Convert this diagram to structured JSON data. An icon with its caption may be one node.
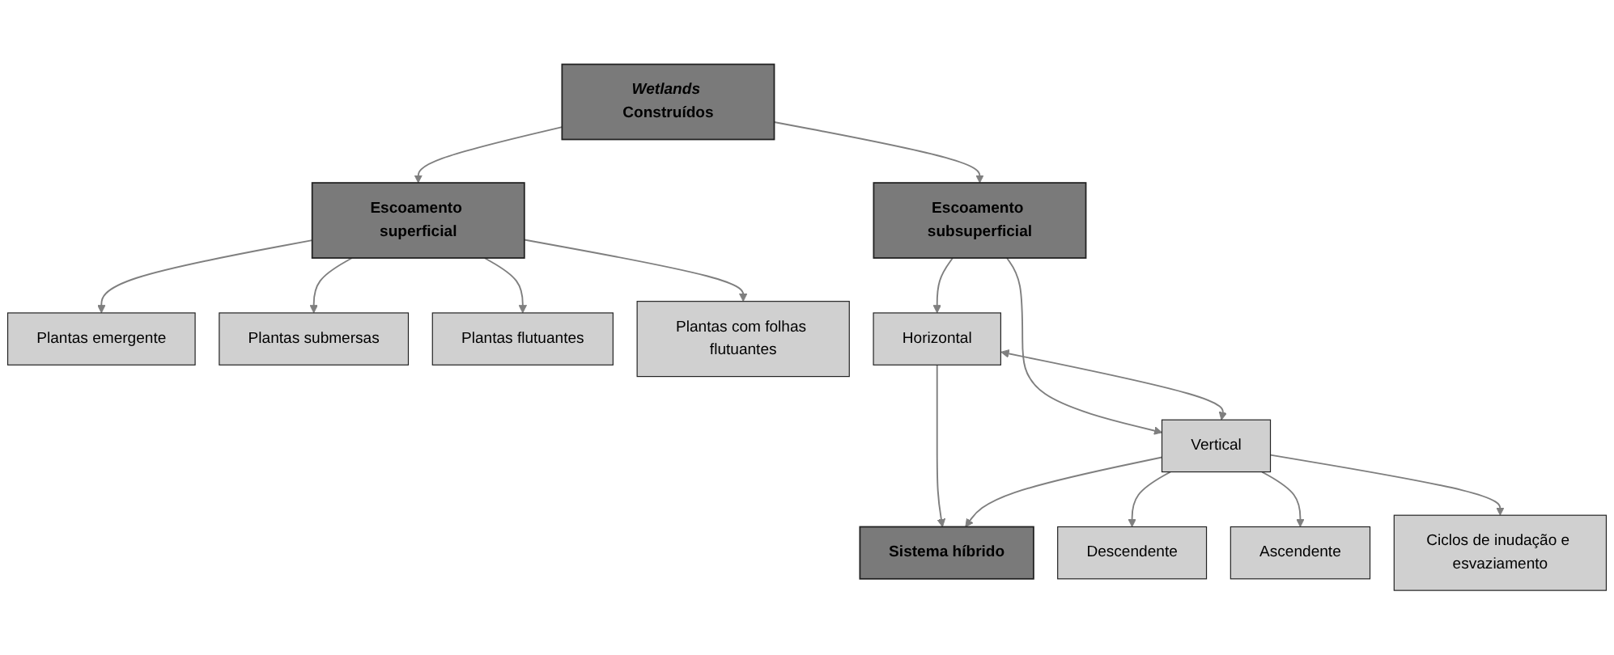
{
  "diagram": {
    "nodes": [
      {
        "text": [
          "*Wetlands* Construídos"
        ]
      },
      {
        "text": [
          "Escoamento superficial"
        ]
      },
      {
        "text": [
          "Plantas emergente"
        ]
      },
      {
        "text": [
          "Plantas submersas"
        ]
      },
      {
        "text": [
          "Plantas flutuantes"
        ]
      },
      {
        "text": [
          "Plantas com folhas flutuantes"
        ]
      },
      {
        "text": [
          "Escoamento subsuperficial"
        ]
      },
      {
        "text": [
          "Horizontal"
        ]
      },
      {
        "text": [
          "Vertical"
        ]
      },
      {
        "text": [
          "Descendente"
        ]
      },
      {
        "text": [
          "Ascendente"
        ]
      },
      {
        "text": [
          "Ciclos de inudação e esvaziamento"
        ]
      },
      {
        "text": [
          "Sistema híbrido"
        ]
      }
    ],
    "edges": [
      {
        "from": 0,
        "to": 1,
        "arrow": "to"
      },
      {
        "from": 0,
        "to": 6,
        "arrow": "to"
      },
      {
        "from": 1,
        "to": 2,
        "arrow": "to"
      },
      {
        "from": 1,
        "to": 3,
        "arrow": "to"
      },
      {
        "from": 1,
        "to": 4,
        "arrow": "to"
      },
      {
        "from": 1,
        "to": 5,
        "arrow": "to"
      },
      {
        "from": 6,
        "to": 7,
        "arrow": "to"
      },
      {
        "from": 6,
        "to": 8,
        "arrow": "to"
      },
      {
        "from": 7,
        "to": 8,
        "arrow": "both"
      },
      {
        "from": 7,
        "to": 12,
        "arrow": "to"
      },
      {
        "from": 8,
        "to": 12,
        "arrow": "to"
      },
      {
        "from": 8,
        "to": 9,
        "arrow": "to"
      },
      {
        "from": 8,
        "to": 10,
        "arrow": "to"
      },
      {
        "from": 8,
        "to": 11,
        "arrow": "to"
      }
    ]
  }
}
